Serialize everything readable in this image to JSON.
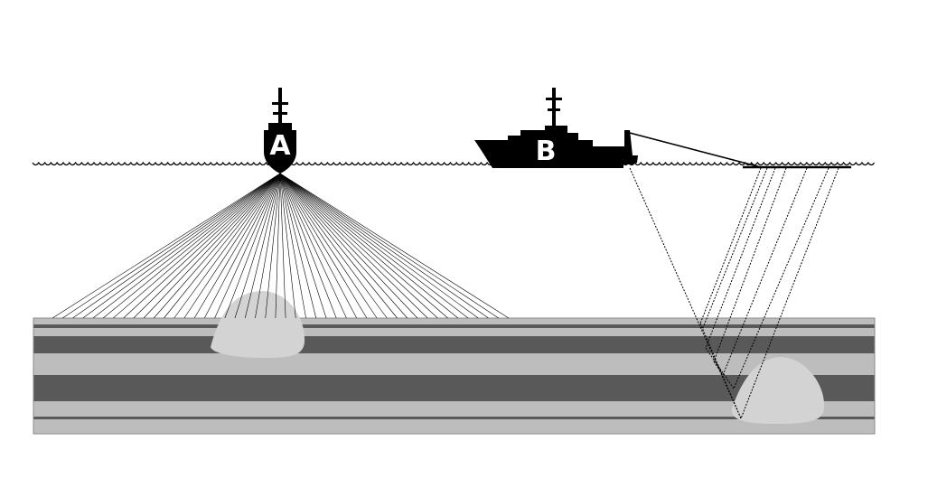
{
  "ships": [
    {
      "id": "A",
      "label": "A"
    },
    {
      "id": "B",
      "label": "B"
    }
  ],
  "colors": {
    "background": "#ffffff",
    "ship": "#000000",
    "label": "#ffffff",
    "layer_light": "#bdbdbd",
    "layer_dark": "#595959",
    "rock": "#d3d3d3",
    "beam": "#000000"
  }
}
